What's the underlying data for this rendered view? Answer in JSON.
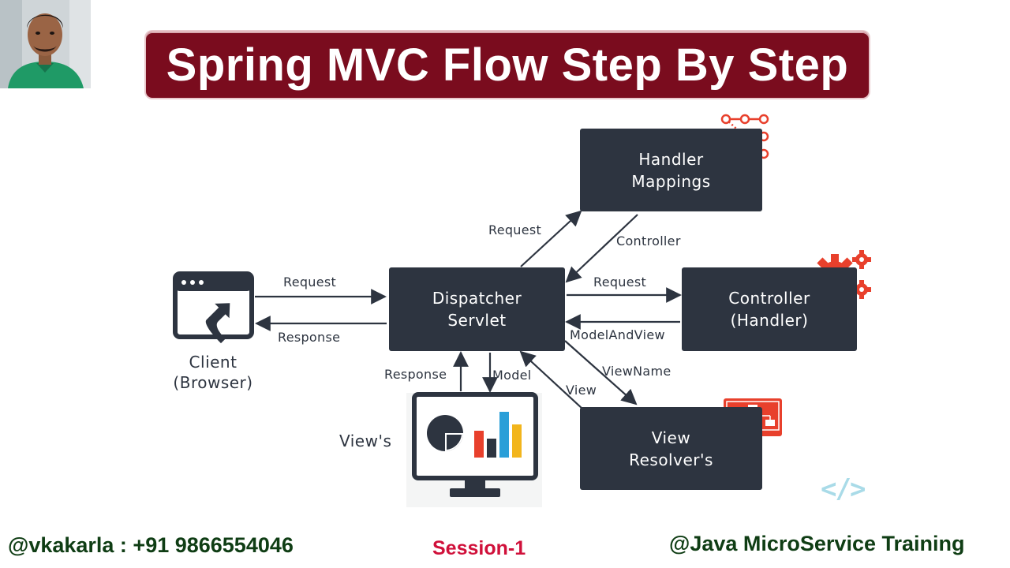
{
  "title": "Spring MVC Flow Step By Step",
  "diagram": {
    "nodes": {
      "handler_mappings": "Handler\nMappings",
      "dispatcher_servlet": "Dispatcher\nServlet",
      "controller": "Controller\n(Handler)",
      "view_resolver": "View\nResolver's",
      "client": "Client\n(Browser)",
      "views": "View's"
    },
    "edges": {
      "client_request": "Request",
      "client_response": "Response",
      "to_handler_request": "Request",
      "from_handler_controller": "Controller",
      "to_controller_request": "Request",
      "from_controller_model_and_view": "ModelAndView",
      "to_resolver_view_name": "ViewName",
      "from_resolver_view": "View",
      "view_response": "Response",
      "to_view_model": "Model"
    },
    "code_icon_text": "</>"
  },
  "footer": {
    "contact": "@vkakarla : +91 9866554046",
    "session": "Session-1",
    "training": "@Java MicroService Training"
  },
  "colors": {
    "banner": "#7a0c1e",
    "box": "#2d3440",
    "accent_icon": "#e8402c",
    "footer_text": "#0f3d14",
    "session_text": "#d0103a"
  }
}
